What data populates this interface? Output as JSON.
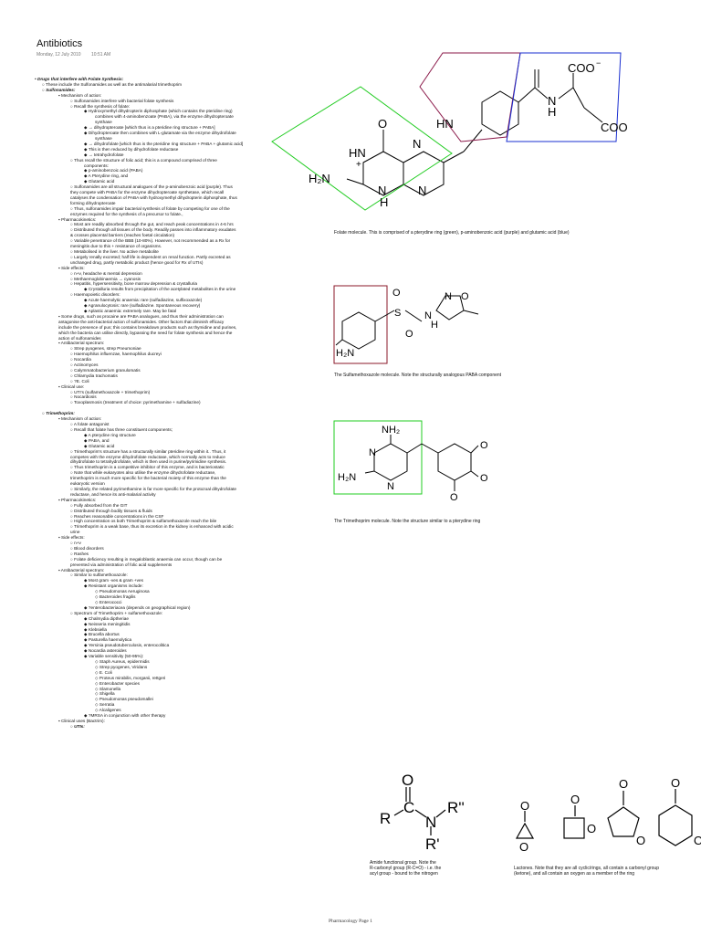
{
  "header": {
    "title": "Antibiotics",
    "date": "Monday, 12 July 2010",
    "time": "10:51 AM"
  },
  "notes": [
    {
      "lvl": 1,
      "text": "• Drugs that interfere with Folate Synthesis:",
      "bold": true
    },
    {
      "lvl": 2,
      "text": "○ These include the Sulfonamides as well as the antimalarial trimethoprim"
    },
    {
      "lvl": 2,
      "text": "○ Sulfonamides:",
      "bold": true
    },
    {
      "lvl": 3,
      "text": "▪ Mechanism of action:"
    },
    {
      "lvl": 4,
      "text": "○ Sulfonamides interfere with bacterial folate synthesis"
    },
    {
      "lvl": 4,
      "text": "○ Recall the synthesis of folate:"
    },
    {
      "lvl": 5,
      "text": "◆ Hydroxymethyl dihydropterin diphosphate (which contains the pteridine ring)"
    },
    {
      "lvl": 6,
      "text": "combines with 4-aminobenzoate (PABA), via the enzyme dihydropteroate"
    },
    {
      "lvl": 6,
      "text": "synthase"
    },
    {
      "lvl": 5,
      "text": "◆ → dihydropteroate [which thus is a pteridine ring structure + PABA]"
    },
    {
      "lvl": 5,
      "text": "◆ Dihydropteroate then combines with L-glutamate via the enzyme dihydrofolate"
    },
    {
      "lvl": 6,
      "text": "synthase"
    },
    {
      "lvl": 5,
      "text": "◆ → dihydrofolate [which thus is the pteridine ring structure + PABA + glutamic acid]"
    },
    {
      "lvl": 5,
      "text": "◆ This is then reduced by dihydrofolate reductase"
    },
    {
      "lvl": 5,
      "text": "◆ → tetrahydrofolate"
    },
    {
      "lvl": 4,
      "text": "○ Thus recall the structure of folic acid; this is a compound comprised of three"
    },
    {
      "lvl": 5,
      "text": "components:"
    },
    {
      "lvl": 5,
      "text": "◆ p-aminobenzoic acid (PABA)"
    },
    {
      "lvl": 5,
      "text": "◆ A Pterydine ring, and"
    },
    {
      "lvl": 5,
      "text": "◆ Glutamic acid"
    },
    {
      "lvl": 4,
      "text": "○ Sulfonamides are all structural analogues of the p-aminobenzoic acid (purple). Thus"
    },
    {
      "lvl": 4,
      "text": "they compete with PABA for the enzyme dihydropteroate synthetase, which recall"
    },
    {
      "lvl": 4,
      "text": "catalyses the condensation of PABA with hydroxymethyl dihydropterin diphosphate, thus"
    },
    {
      "lvl": 4,
      "text": "forming dihydropteroate"
    },
    {
      "lvl": 4,
      "text": "○ Thus, sulfonamides impair bacterial synthesis of folate by competing for one of the"
    },
    {
      "lvl": 4,
      "text": "enzymes required for the synthesis of a precursor to folate.,"
    },
    {
      "lvl": 3,
      "text": "▪ Pharmacokinetics:"
    },
    {
      "lvl": 4,
      "text": "○ Most are readily absorbed through the gut, and reach peak concentrations in 4-6 hrs"
    },
    {
      "lvl": 4,
      "text": "○ Distributed through all tissues of the body. Readily passes into inflammatory exudates"
    },
    {
      "lvl": 4,
      "text": "& crosses placental barriers (reaches foetal circulation)"
    },
    {
      "lvl": 4,
      "text": "○ Variable penetrance of the BBB (10-80%). However, not recommended as a Rx for"
    },
    {
      "lvl": 4,
      "text": "meningitis due to this + resistance of organisms."
    },
    {
      "lvl": 4,
      "text": "○ Metabolised in the liver. No active metabolite"
    },
    {
      "lvl": 4,
      "text": "○ Largely renally excreted; half life is dependent on renal function. Partly excreted as"
    },
    {
      "lvl": 4,
      "text": "unchanged drug, partly metabolic product (hence good for Rx of UTIs)"
    },
    {
      "lvl": 3,
      "text": "▪ Side effects:"
    },
    {
      "lvl": 4,
      "text": "○ n+v, headache & mental depression"
    },
    {
      "lvl": 4,
      "text": "○ Methaemoglobinaemia → cyanosis"
    },
    {
      "lvl": 4,
      "text": "○ Hepatitis, hypersensitivity, bone marrow depression & crystalluria"
    },
    {
      "lvl": 5,
      "text": "◆ Crystalluria results from precipitation of the acetylated metabolites in the urine"
    },
    {
      "lvl": 4,
      "text": "○ Haemopoietic disorders:"
    },
    {
      "lvl": 5,
      "text": "◆ Acute haemolytic anaemia: rare (sulfadiazine, sulfixoxazole)"
    },
    {
      "lvl": 5,
      "text": "◆ Agranulocytosis: rare (sulfadiazine. Spontaneous recovery)"
    },
    {
      "lvl": 5,
      "text": "◆ Aplastic anaemia: extremely rare. May be fatal"
    },
    {
      "lvl": 3,
      "text": "▪ Some drugs, such as procaine are PABA analogues, and thus their administration can"
    },
    {
      "lvl": 3,
      "text": "antagonise the anti-bacterial action of sulfonamides. Other factors that diminish efficacy"
    },
    {
      "lvl": 3,
      "text": "include the presence of pus; this contains breakdown products such as thymidine and purines,"
    },
    {
      "lvl": 3,
      "text": "which the bacteria can utilise directly, bypassing the need for folate synthesis and hence the"
    },
    {
      "lvl": 3,
      "text": "action of sulfonamides"
    },
    {
      "lvl": 3,
      "text": "▪ Antibacterial spectrum:"
    },
    {
      "lvl": 4,
      "text": "○ Strep pyogenes, strep Pneumoniae"
    },
    {
      "lvl": 4,
      "text": "○ Haemophilus influenzae, haemophilus ducreyi"
    },
    {
      "lvl": 4,
      "text": "○ Nocardia"
    },
    {
      "lvl": 4,
      "text": "○ Actinomyces"
    },
    {
      "lvl": 4,
      "text": "○ Calymmatobacterium granulomatis"
    },
    {
      "lvl": 4,
      "text": "○ Chlamydia trachomatis"
    },
    {
      "lvl": 4,
      "text": "○ ?E. Coli"
    },
    {
      "lvl": 3,
      "text": "▪ Clinical use:"
    },
    {
      "lvl": 4,
      "text": "○ UTI's (sulfamethoxazole + trimethoprim)"
    },
    {
      "lvl": 4,
      "text": "○ Nocardiosis"
    },
    {
      "lvl": 4,
      "text": "○ Toxoplasmosis (treatment of choice: pyrimethamine + sulfadiazine)"
    },
    {
      "lvl": 0,
      "text": ""
    },
    {
      "lvl": 2,
      "text": "○ Trimethoprim:",
      "bold": true
    },
    {
      "lvl": 3,
      "text": "▪ Mechanism of action:"
    },
    {
      "lvl": 4,
      "text": "○ A folate antagonist"
    },
    {
      "lvl": 4,
      "text": "○ Recall that folate has three constituent components;"
    },
    {
      "lvl": 5,
      "text": "◆ A pterydine ring structure"
    },
    {
      "lvl": 5,
      "text": "◆ PABA, and"
    },
    {
      "lvl": 5,
      "text": "◆ Glutamic acid"
    },
    {
      "lvl": 4,
      "text": "○ Trimethoprim's structure has a structurally similar pteridine ring within it.. Thus, it"
    },
    {
      "lvl": 4,
      "text": "competes with the enzyme dihydrofolate reductase, which normally acts to reduce"
    },
    {
      "lvl": 4,
      "text": "dihydrofolate to tetrahydrofolate, which is then used in purine/pyrimidine synthesis."
    },
    {
      "lvl": 4,
      "text": "○ Thus trimethoprim is a competitive inhibitor of this enzyme, and is bacteriostatic"
    },
    {
      "lvl": 4,
      "text": "○ Note that while eukaryotes also utilise the enzyme dihydrofolate reductase,"
    },
    {
      "lvl": 4,
      "text": "trimethoprim is much more specific for the bacterial moiety of this enzyme than the"
    },
    {
      "lvl": 4,
      "text": "eukaryotic version"
    },
    {
      "lvl": 4,
      "text": "○ Similarly, the related pyrimethamine is far more specific for the protozoal dihydrofolate"
    },
    {
      "lvl": 4,
      "text": "reductase, and hence its anti-malarial activity"
    },
    {
      "lvl": 3,
      "text": "▪ Pharmacokinetics:"
    },
    {
      "lvl": 4,
      "text": "○ Fully absorbed from the GIT"
    },
    {
      "lvl": 4,
      "text": "○ Distributed through bodily tissues & fluids"
    },
    {
      "lvl": 4,
      "text": "○ Reaches reasonable concentrations in the CSF"
    },
    {
      "lvl": 4,
      "text": "○ High concentration os both Trimethoprim & sulfamethoxazole reach the bile"
    },
    {
      "lvl": 4,
      "text": "○ Trimethoprim is a weak base, thus its excretion in the kidney is enhanced with acidic"
    },
    {
      "lvl": 4,
      "text": "urine"
    },
    {
      "lvl": 3,
      "text": "▪ Side effects:"
    },
    {
      "lvl": 4,
      "text": "○ n+v"
    },
    {
      "lvl": 4,
      "text": "○ Blood disorders"
    },
    {
      "lvl": 4,
      "text": "○ Rashes"
    },
    {
      "lvl": 4,
      "text": "○ Folate deficiency resulting in megaloblastic anaemia can occur, though can be"
    },
    {
      "lvl": 4,
      "text": "prevented via administration of folic acid supplements"
    },
    {
      "lvl": 3,
      "text": "▪ Antibacterial spectrum:"
    },
    {
      "lvl": 4,
      "text": "○ Similar to sulfamethoxazole:"
    },
    {
      "lvl": 5,
      "text": "◆ Most gram -ves & gram +ves"
    },
    {
      "lvl": 5,
      "text": "◆ Resistant organisms include:"
    },
    {
      "lvl": 6,
      "text": "◇ Pseudomonas Aeruginosa"
    },
    {
      "lvl": 6,
      "text": "◇ Bacteroides fragilis"
    },
    {
      "lvl": 6,
      "text": "◇ Enterococci"
    },
    {
      "lvl": 5,
      "text": "◆ ?enterobacteriacea (depends on geographical region)"
    },
    {
      "lvl": 4,
      "text": "○ Spectrum of Trimethoprim + sulfamethoxazole:"
    },
    {
      "lvl": 5,
      "text": "◆ Chalmydia diptheriae"
    },
    {
      "lvl": 5,
      "text": "◆ Neisseria meningitidis"
    },
    {
      "lvl": 5,
      "text": "◆ Klebsiella"
    },
    {
      "lvl": 5,
      "text": "◆ Brucella abortus"
    },
    {
      "lvl": 5,
      "text": "◆ Pasturella haemolytica"
    },
    {
      "lvl": 5,
      "text": "◆ Yersinia pseudotuberculosis, enterocolitica"
    },
    {
      "lvl": 5,
      "text": "◆ Nocardia asteroides"
    },
    {
      "lvl": 5,
      "text": "◆ Variable sensitivity (50-95%):"
    },
    {
      "lvl": 6,
      "text": "◇ Staph Aureus, epidermidis"
    },
    {
      "lvl": 6,
      "text": "◇ Strep pyogenes, Viridans"
    },
    {
      "lvl": 6,
      "text": "◇ E. Coli"
    },
    {
      "lvl": 6,
      "text": "◇ Proteus mirabilis, morganii, rettgeri"
    },
    {
      "lvl": 6,
      "text": "◇ Enterobacter species"
    },
    {
      "lvl": 6,
      "text": "◇ Slamonella"
    },
    {
      "lvl": 6,
      "text": "◇ Shigella"
    },
    {
      "lvl": 6,
      "text": "◇ Pseudomonas pseudomallei"
    },
    {
      "lvl": 6,
      "text": "◇ Serratia"
    },
    {
      "lvl": 6,
      "text": "◇ Alcaligenes"
    },
    {
      "lvl": 5,
      "text": "◆ ?MRSA in conjunction with other therapy"
    },
    {
      "lvl": 3,
      "text": "▪ Clinical uses (Bactrim):"
    },
    {
      "lvl": 4,
      "text": "○ UTIs:",
      "bold": true
    }
  ],
  "figures": {
    "folate": {
      "labels": {
        "coo_top": "COO",
        "coo_charge": "−",
        "nh_amide": "N",
        "h_amide": "H",
        "coo_bottom": "COO",
        "hn_link": "HN",
        "o_pter": "O",
        "hn_pter": "HN",
        "plus": "+",
        "n_pter1": "N",
        "n_pter2": "N",
        "h2n_pter": "H₂N",
        "n_pter3": "N",
        "h_pter": "H"
      },
      "caption": "Folate molecule. This is comprised of a pterydine ring (green), p-aminobenzoic acid (purple) and glutamic acid (blue)"
    },
    "sulfa": {
      "labels": {
        "o1": "O",
        "s": "S",
        "o2": "O",
        "n": "N",
        "h": "H",
        "ring_n": "N",
        "ring_o": "O",
        "h2n": "H₂N"
      },
      "caption": "The Sulfamethoxazole molecule. Note the structurally analogous PABA component"
    },
    "tmp": {
      "labels": {
        "nh2": "NH₂",
        "n1": "N",
        "n2": "N",
        "h2n": "H₂N",
        "o1": "O",
        "o2": "O",
        "o3": "O"
      },
      "caption": "The Trimethoprim molecule. Note the structure similar to a pterydine ring"
    },
    "amide": {
      "labels": {
        "o": "O",
        "r": "R",
        "c": "C",
        "n": "N",
        "r2": "R''",
        "r1": "R'"
      },
      "caption_l1": "Amide functional group. Note the",
      "caption_l2": "R-carbonyl group (R-C=O) - i.e. the",
      "caption_l3": "acyl group - bound to the nitrogen"
    },
    "lactones": {
      "o_labels": [
        "O",
        "O",
        "O",
        "O",
        "O",
        "O",
        "O",
        "O"
      ],
      "caption_l1": "Lactones. Note that they are all cyclic/rings, all contain a carbonyl group",
      "caption_l2": "(ketone), and all contain an oxygen as a member of the ring"
    }
  },
  "colors": {
    "pteridine": "#22cc22",
    "paba": "#8b1a4a",
    "glutamate": "#1a2fd0",
    "sulfa_box": "#8b1a2a",
    "tmp_box": "#22cc22"
  },
  "footer": "Pharmacology Page 1"
}
